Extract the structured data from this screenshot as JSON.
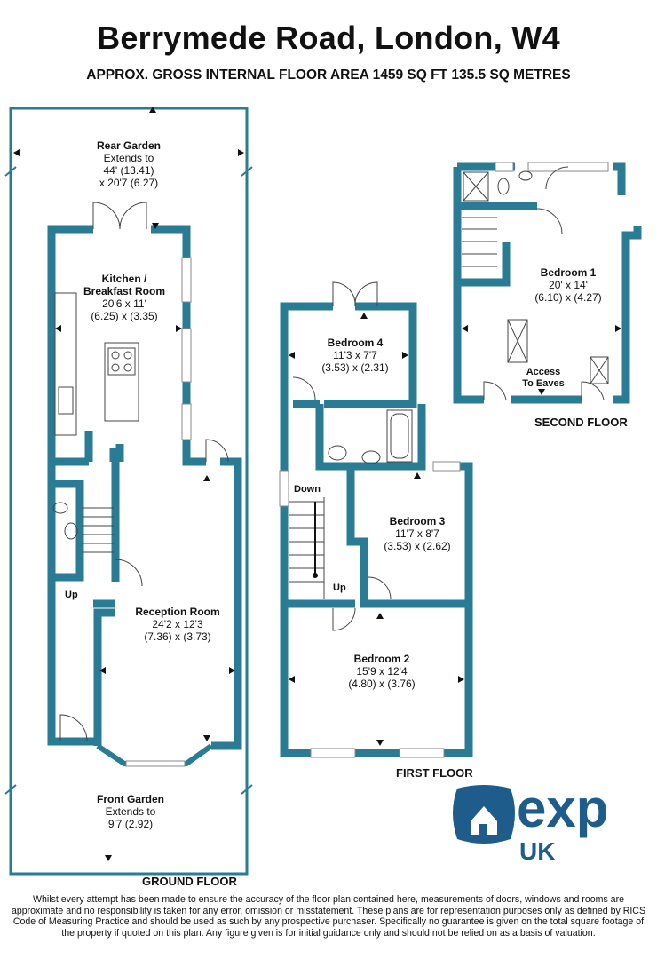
{
  "header": {
    "title": "Berrymede Road, London, W4",
    "subtitle": "APPROX. GROSS INTERNAL FLOOR AREA 1459 SQ FT 135.5 SQ METRES"
  },
  "floors": {
    "ground": "GROUND FLOOR",
    "first": "FIRST FLOOR",
    "second": "SECOND FLOOR"
  },
  "rooms": {
    "rear_garden": {
      "name": "Rear Garden",
      "line1": "Extends to",
      "line2": "44' (13.41)",
      "line3": "x 20'7 (6.27)"
    },
    "kitchen": {
      "name1": "Kitchen /",
      "name2": "Breakfast Room",
      "line1": "20'6 x 11'",
      "line2": "(6.25) x (3.35)"
    },
    "reception": {
      "name": "Reception Room",
      "line1": "24'2 x 12'3",
      "line2": "(7.36) x (3.73)"
    },
    "front_garden": {
      "name": "Front Garden",
      "line1": "Extends to",
      "line2": "9'7 (2.92)"
    },
    "bedroom4": {
      "name": "Bedroom 4",
      "line1": "11'3 x 7'7",
      "line2": "(3.53) x (2.31)"
    },
    "bedroom3": {
      "name": "Bedroom 3",
      "line1": "11'7 x 8'7",
      "line2": "(3.53) x (2.62)"
    },
    "bedroom2": {
      "name": "Bedroom 2",
      "line1": "15'9 x 12'4",
      "line2": "(4.80) x (3.76)"
    },
    "bedroom1": {
      "name": "Bedroom 1",
      "line1": "20' x 14'",
      "line2": "(6.10) x (4.27)"
    }
  },
  "labels": {
    "up_ground": "Up",
    "up_first": "Up",
    "down_first": "Down",
    "access1": "Access",
    "access2": "To Eaves"
  },
  "logo": {
    "brand": "exp",
    "region": "UK",
    "brand_color": "#1d5c8b"
  },
  "disclaimer": "Whilst every attempt has been made to ensure the accuracy of the floor plan contained here, measurements of doors, windows and rooms are approximate and no responsibility is taken for any error, omission or misstatement. These plans are for representation purposes only as defined by RICS Code of Measuring Practice and should be used as such by any prospective purchaser.  Specifically no guarantee is given on the total square footage of the property if quoted on this plan. Any figure given is for initial guidance only and should not be relied on as a basis of valuation.",
  "colors": {
    "wall": "#2a7b94",
    "text": "#111111"
  }
}
